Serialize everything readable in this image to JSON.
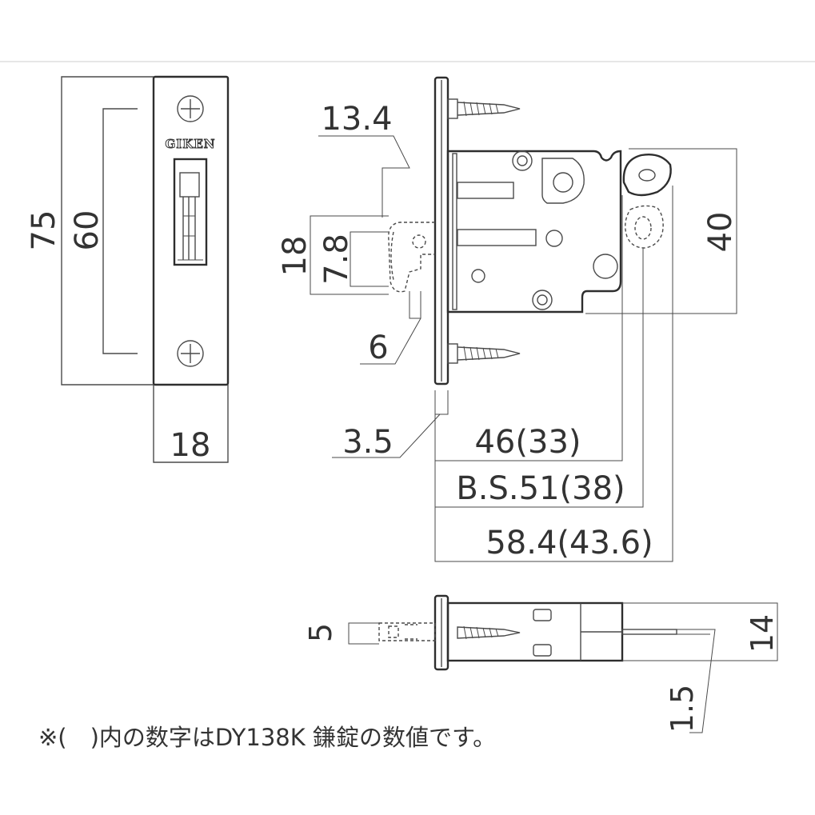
{
  "brand_text": "GIKEN",
  "dimensions": {
    "front_total_height": "75",
    "front_screw_pitch": "60",
    "front_width": "18",
    "faceplate_offset": "13.4",
    "hook_height": "18",
    "hook_inner": "7.8",
    "hook_depth": "6",
    "faceplate_thickness": "3.5",
    "body_depth": "46(33)",
    "backset": "B.S.51(38)",
    "overall_depth": "58.4(43.6)",
    "body_height": "40",
    "top_thickness": "5",
    "top_width": "14",
    "top_spindle": "1.5"
  },
  "footnote": "※(　)内の数字はDY138K 鎌錠の数値です。"
}
